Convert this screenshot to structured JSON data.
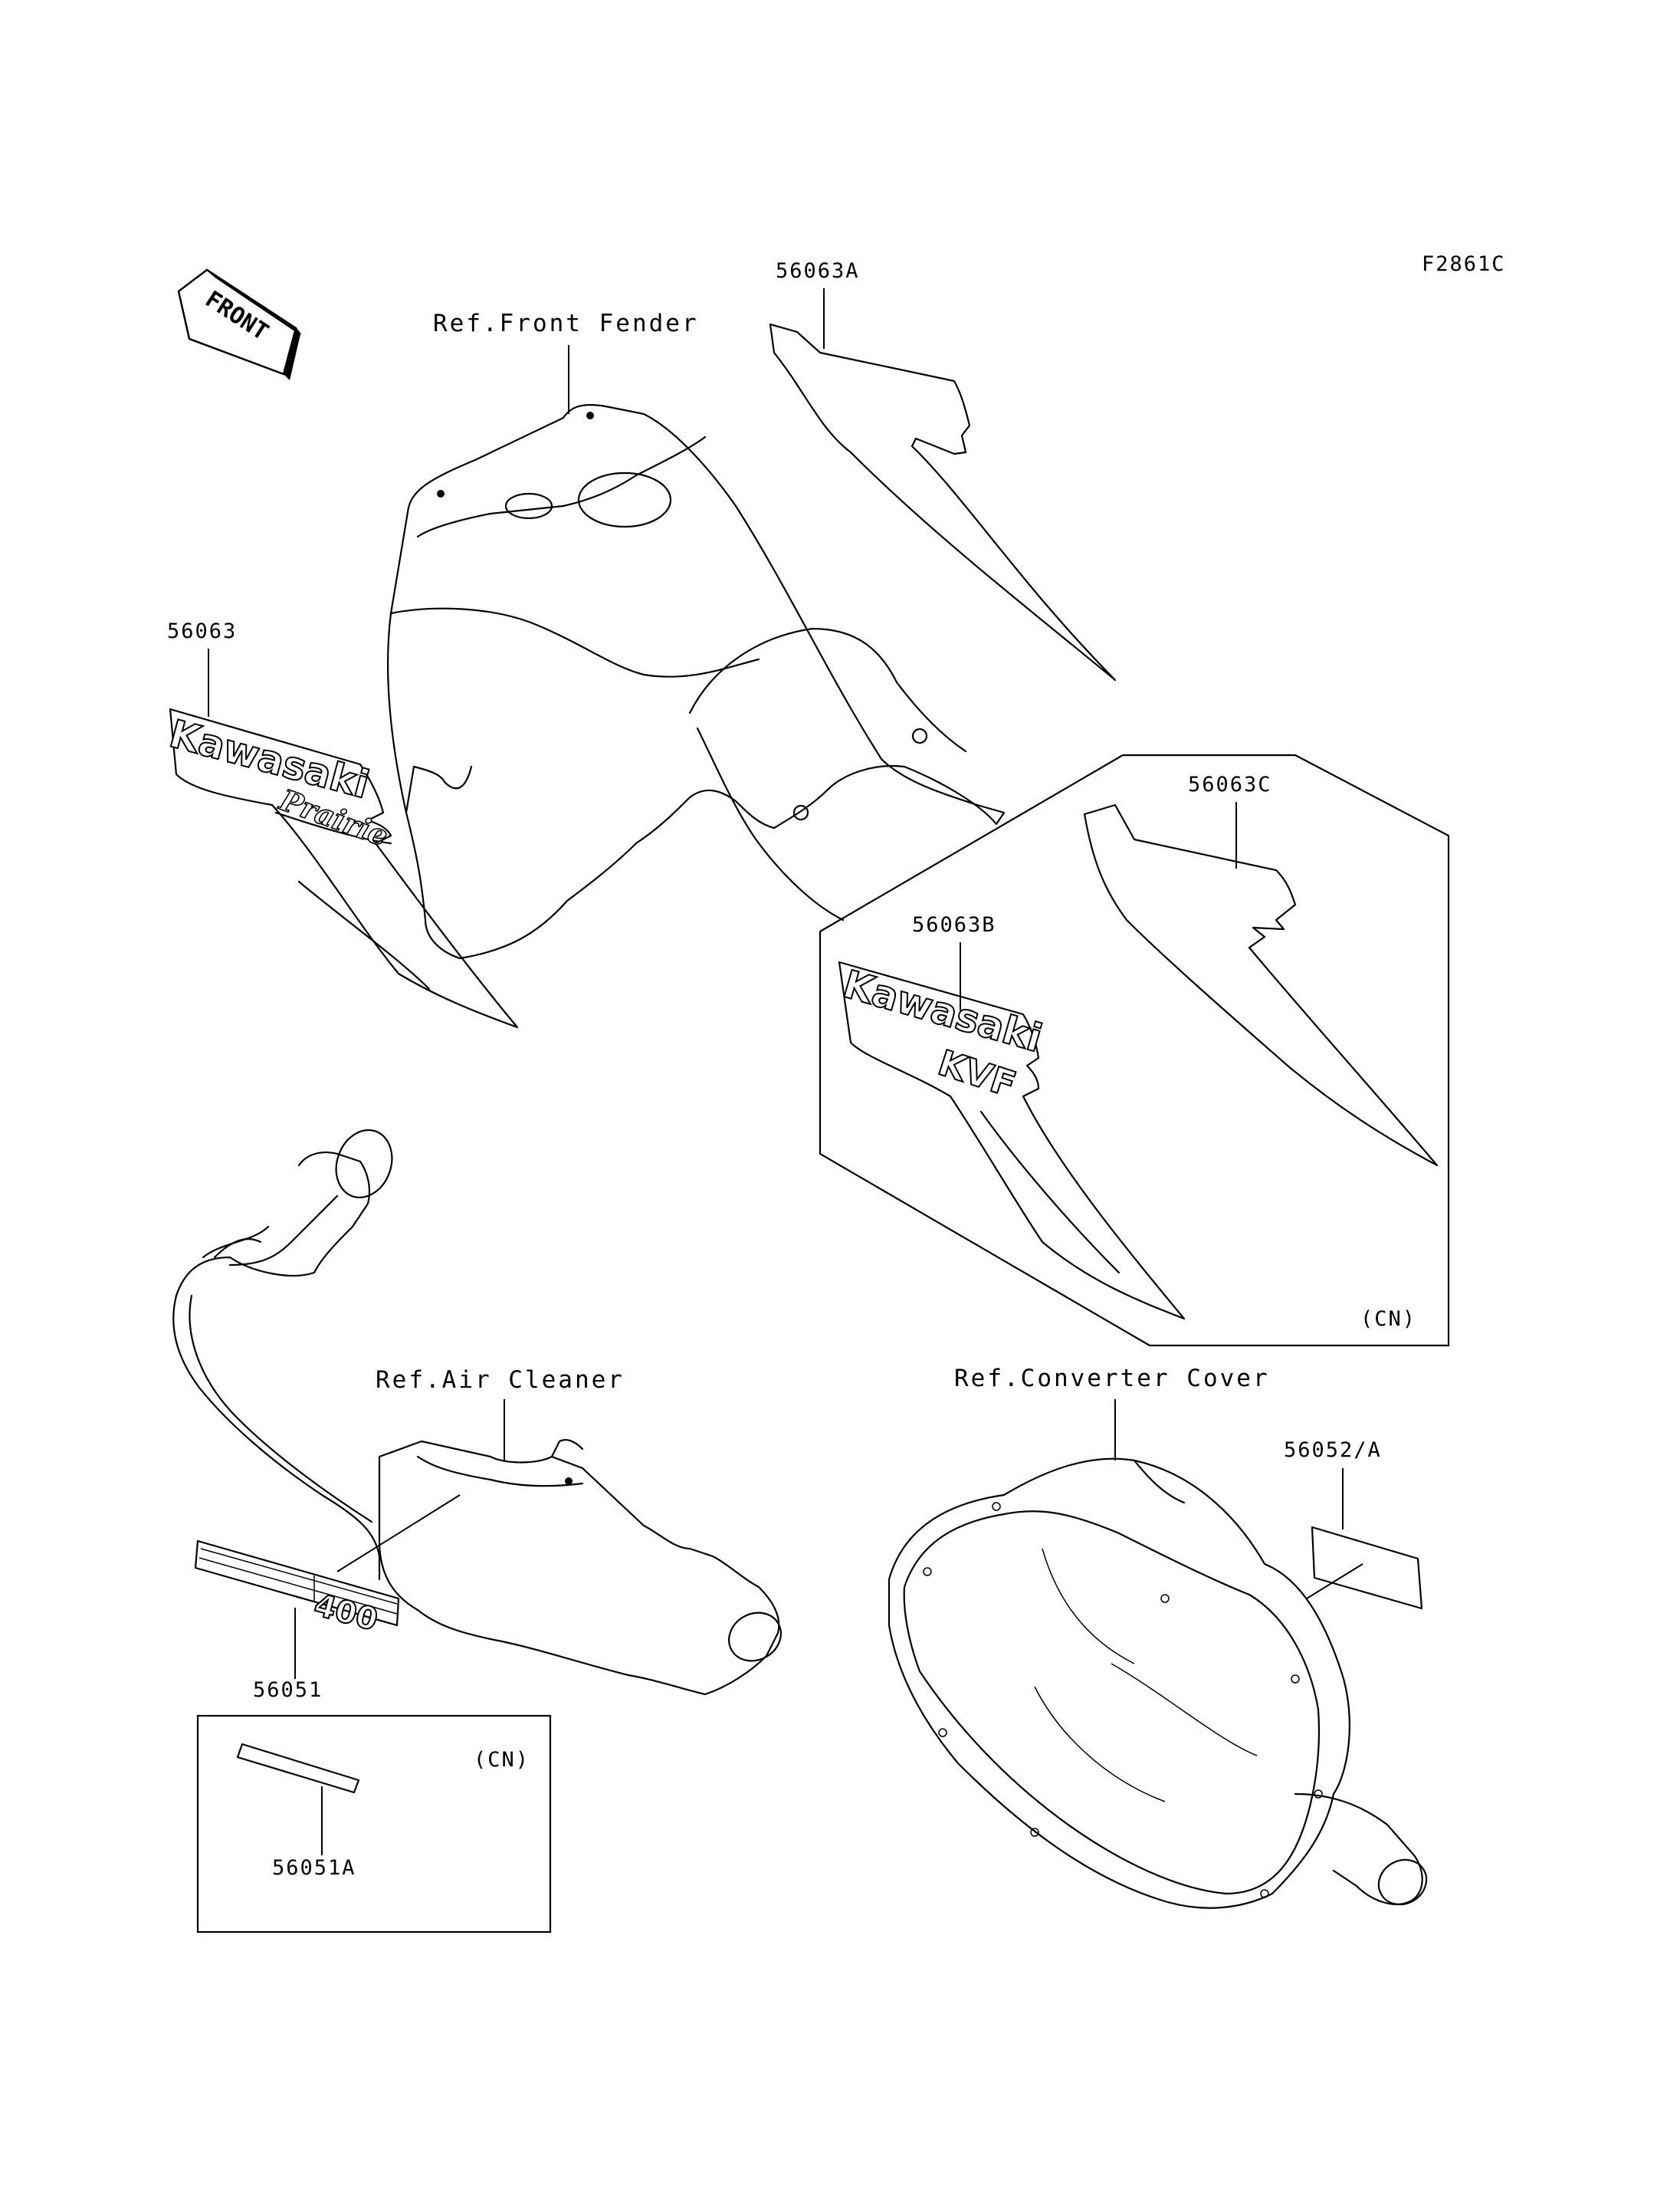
{
  "figure_code": "F2861C",
  "front_arrow": {
    "text": "FRONT"
  },
  "references": {
    "front_fender": "Ref.Front Fender",
    "air_cleaner": "Ref.Air Cleaner",
    "converter_cover": "Ref.Converter Cover"
  },
  "parts": {
    "p56063": "56063",
    "p56063A": "56063A",
    "p56063B": "56063B",
    "p56063C": "56063C",
    "p56051": "56051",
    "p56051A": "56051A",
    "p56052A": "56052/A"
  },
  "boxes": {
    "right_variant": "(CN)",
    "bottom_variant": "(CN)"
  },
  "decal_text": {
    "brand": "Kawasaki",
    "model_prairie": "Prairie",
    "model_kvf": "KVF",
    "engine_size": "400"
  }
}
